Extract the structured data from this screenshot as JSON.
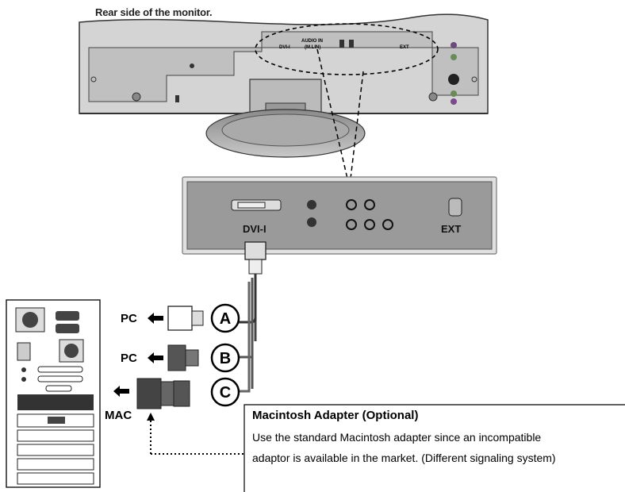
{
  "caption": "Rear side of the monitor.",
  "monitor_ports": {
    "dvi": "DVI-I",
    "audio_in": "AUDIO IN",
    "audio_in_sub": "(M.LIN)",
    "ext": "EXT"
  },
  "panel_labels": {
    "dvi": "DVI-I",
    "ext": "EXT"
  },
  "connectors": [
    {
      "letter": "A",
      "target": "PC"
    },
    {
      "letter": "B",
      "target": "PC"
    },
    {
      "letter": "C",
      "target": "MAC"
    }
  ],
  "adapter_note": {
    "title": "Macintosh Adapter (Optional)",
    "line1": "Use the standard Macintosh adapter since an incompatible",
    "line2": "adaptor is available in the market. (Different signaling system)"
  },
  "colors": {
    "panel": "#9a9a9a",
    "monitor_body": "#d0d0d0",
    "cable": "#555555"
  }
}
